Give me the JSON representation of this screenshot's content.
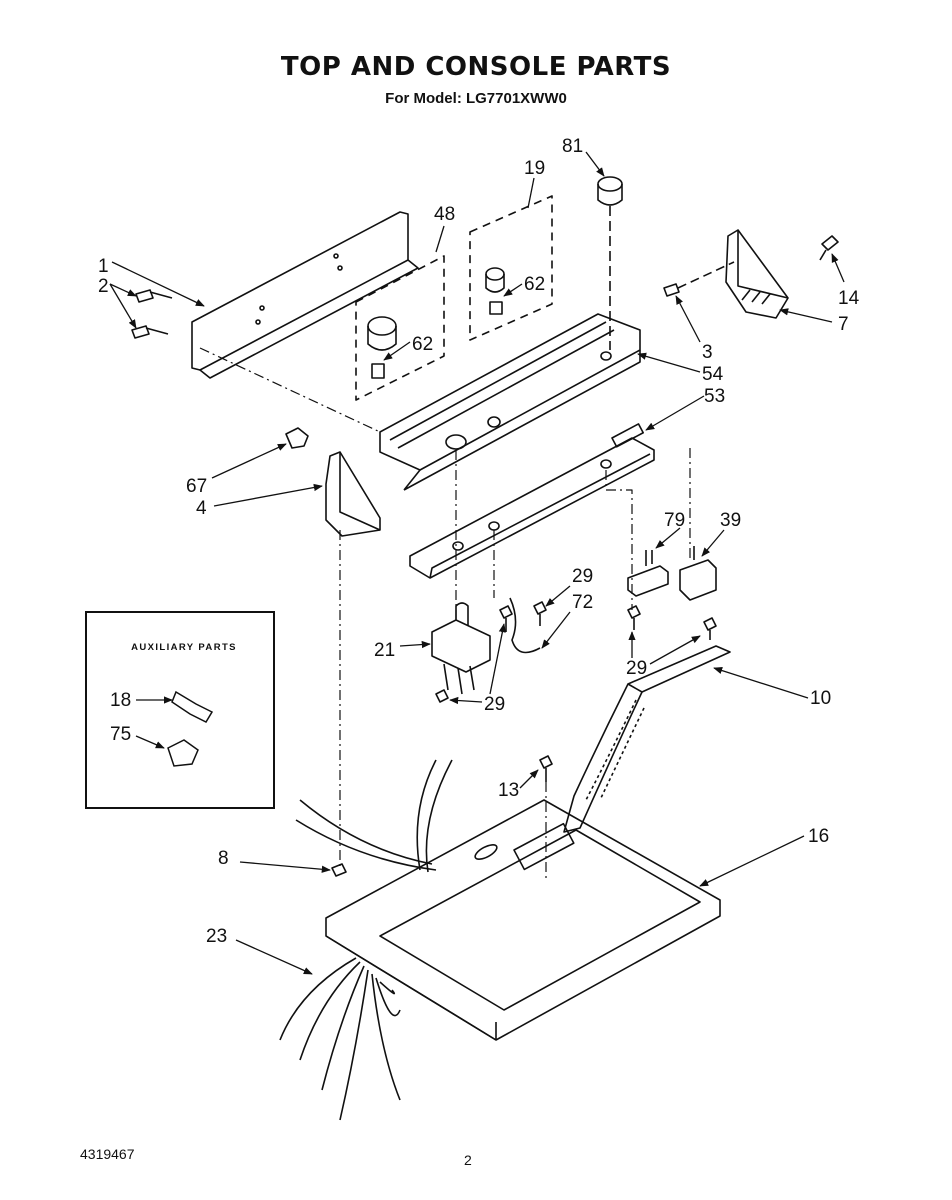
{
  "header": {
    "title": "TOP AND CONSOLE PARTS",
    "subtitle": "For Model: LG7701XWW0"
  },
  "callouts": {
    "p1": "1",
    "p2": "2",
    "p48": "48",
    "p19": "19",
    "p81": "81",
    "p62a": "62",
    "p62b": "62",
    "p14": "14",
    "p7": "7",
    "p3": "3",
    "p54": "54",
    "p53": "53",
    "p67": "67",
    "p4": "4",
    "p79": "79",
    "p39": "39",
    "p29a": "29",
    "p72": "72",
    "p21": "21",
    "p29b": "29",
    "p29c": "29",
    "p10": "10",
    "p13": "13",
    "p16": "16",
    "p8": "8",
    "p23": "23",
    "p18": "18",
    "p75": "75"
  },
  "auxiliary": {
    "title": "AUXILIARY PARTS"
  },
  "footer": {
    "doc_number": "4319467",
    "page_number": "2"
  }
}
